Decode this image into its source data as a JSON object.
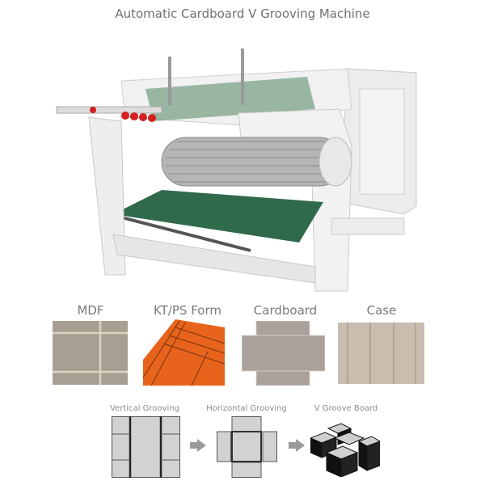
{
  "title": "Automatic Cardboard V Grooving Machine",
  "materials": [
    {
      "label": "MDF",
      "color": "#a89f92"
    },
    {
      "label": "KT/PS Form",
      "color": "#e8641c"
    },
    {
      "label": "Cardboard",
      "color": "#aaa19c"
    },
    {
      "label": "Case",
      "color": "#c9bdb0"
    }
  ],
  "process": [
    {
      "label": "Vertical Grooving"
    },
    {
      "label": "Horizontal Grooving"
    },
    {
      "label": "V Groove Board"
    }
  ]
}
